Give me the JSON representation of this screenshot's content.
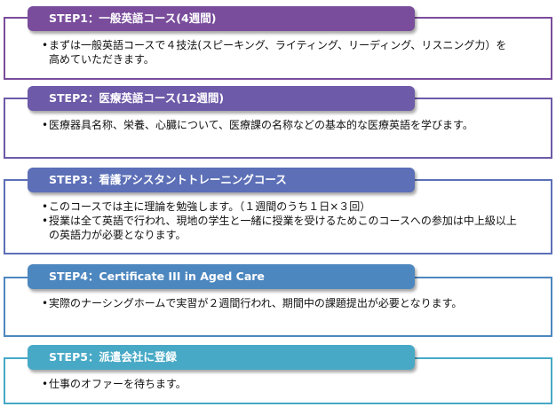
{
  "colors": {
    "step1": "#7a4d9c",
    "step2": "#6d5aa8",
    "step3": "#5c6fb7",
    "step4": "#4d87bf",
    "step5": "#47a9c6"
  },
  "steps": [
    {
      "title": "STEP1：一般英語コース(4週間)",
      "items": [
        "まずは一般英語コースで４技法(スピーキング、ライティング、リーディング、リスニング力）を高めていただきます。"
      ]
    },
    {
      "title": "STEP2：医療英語コース(12週間)",
      "items": [
        "医療器具名称、栄養、心臓について、医療課の名称などの基本的な医療英語を学びます。"
      ]
    },
    {
      "title": "STEP3：看護アシスタントトレーニングコース",
      "items": [
        "このコースでは主に理論を勉強します。（１週間のうち１日×３回）",
        "授業は全て英語で行われ、現地の学生と一緒に授業を受けるためこのコースへの参加は中上級以上の英語力が必要となります。"
      ]
    },
    {
      "title": "STEP4：Certificate III in Aged Care",
      "items": [
        "実際のナーシングホームで実習が２週間行われ、期間中の課題提出が必要となります。"
      ]
    },
    {
      "title": "STEP5：派遣会社に登録",
      "items": [
        "仕事のオファーを待ちます。"
      ]
    }
  ]
}
